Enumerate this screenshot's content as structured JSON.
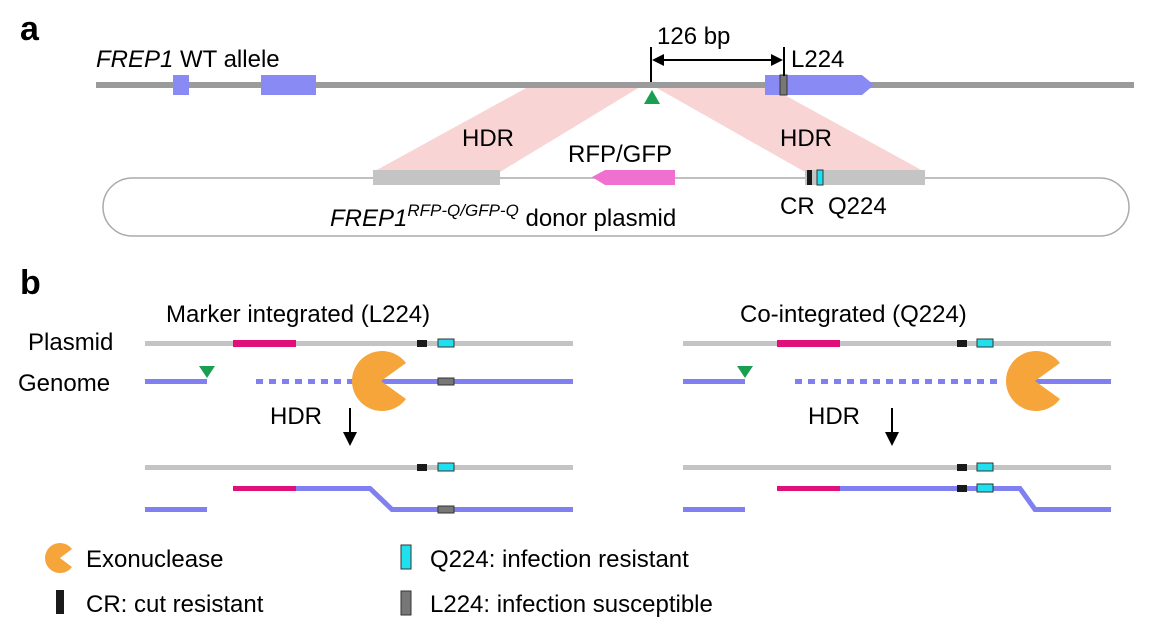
{
  "panel_a": {
    "panel_letter": "a",
    "allele_name": "FREP1",
    "allele_suffix": "WT allele",
    "distance": "126 bp",
    "l224": "L224",
    "hdr_left": "HDR",
    "hdr_right": "HDR",
    "marker": "RFP/GFP",
    "plasmid_gene": "FREP1",
    "plasmid_superscript": "RFP-Q/GFP-Q",
    "plasmid_suffix": "donor plasmid",
    "cr": "CR",
    "q224": "Q224"
  },
  "panel_b": {
    "panel_letter": "b",
    "left_title": "Marker integrated (L224)",
    "right_title": "Co-integrated (Q224)",
    "row_plasmid": "Plasmid",
    "row_genome": "Genome",
    "hdr_left": "HDR",
    "hdr_right": "HDR"
  },
  "legend": {
    "exonuclease": "Exonuclease",
    "cr": "CR: cut resistant",
    "q224": "Q224: infection resistant",
    "l224": "L224: infection susceptible"
  },
  "colors": {
    "genome_gray": "#9b9b9b",
    "exon_blue": "#8a8af5",
    "genome_line_blue": "#8080f0",
    "hdr_pink": "#f9d4d4",
    "marker_pink": "#f070d0",
    "magenta": "#e0107a",
    "plasmid_gray": "#c4c4c4",
    "cut_green": "#18a050",
    "exonuclease_orange": "#f5a53a",
    "q224_cyan": "#20e0f0",
    "l224_gray": "#777777",
    "cr_black": "#1a1a1a"
  }
}
